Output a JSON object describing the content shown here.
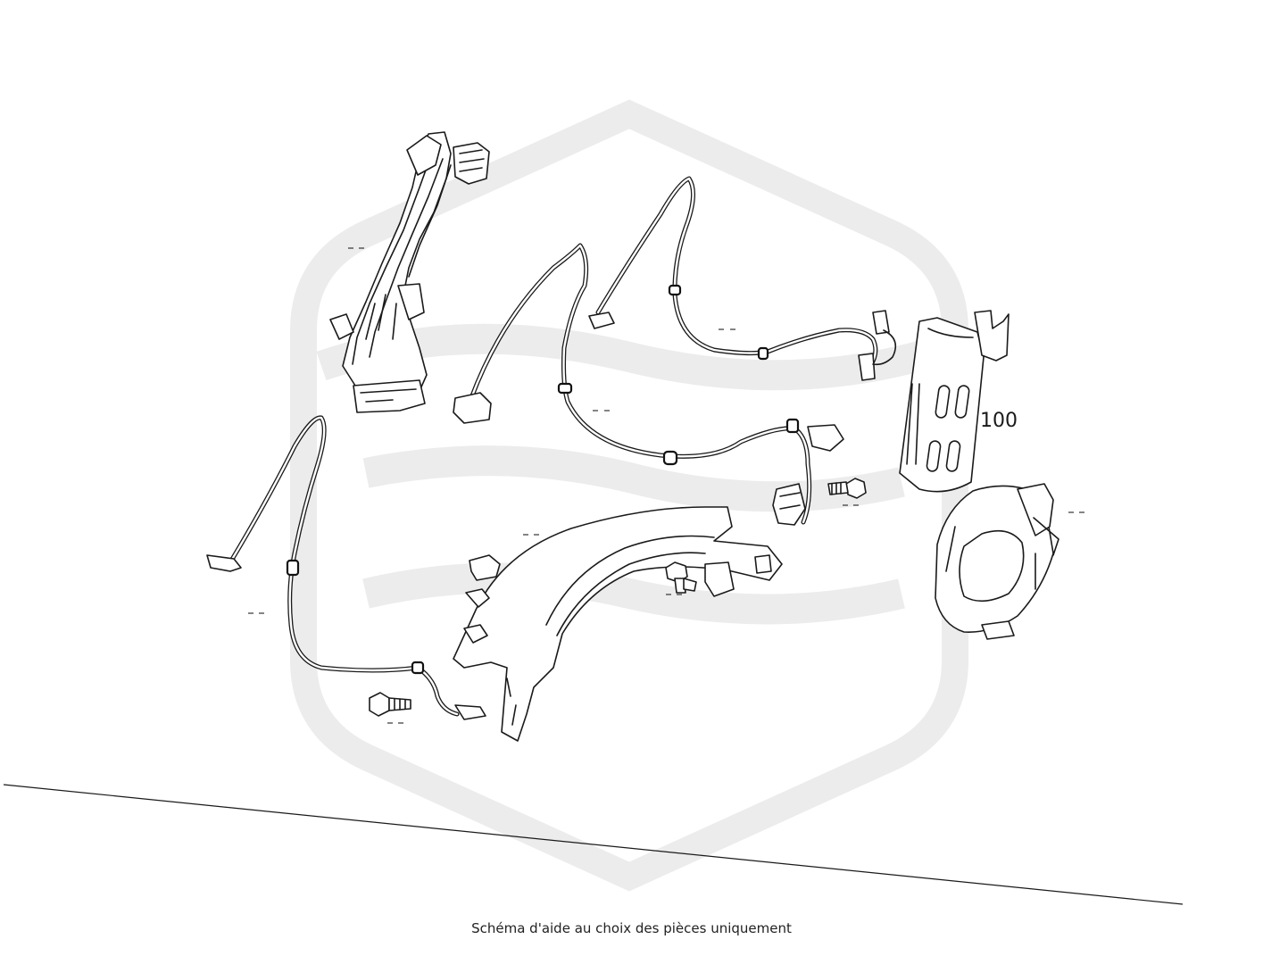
{
  "caption": "Schéma d'aide au choix des pièces uniquement",
  "callouts": [
    {
      "id": "part-100",
      "label": "100"
    }
  ],
  "colors": {
    "line": "#1a1a1a",
    "watermark": "#ececec",
    "background": "#ffffff"
  },
  "watermark_icon": "hexagon-logo-watermark"
}
